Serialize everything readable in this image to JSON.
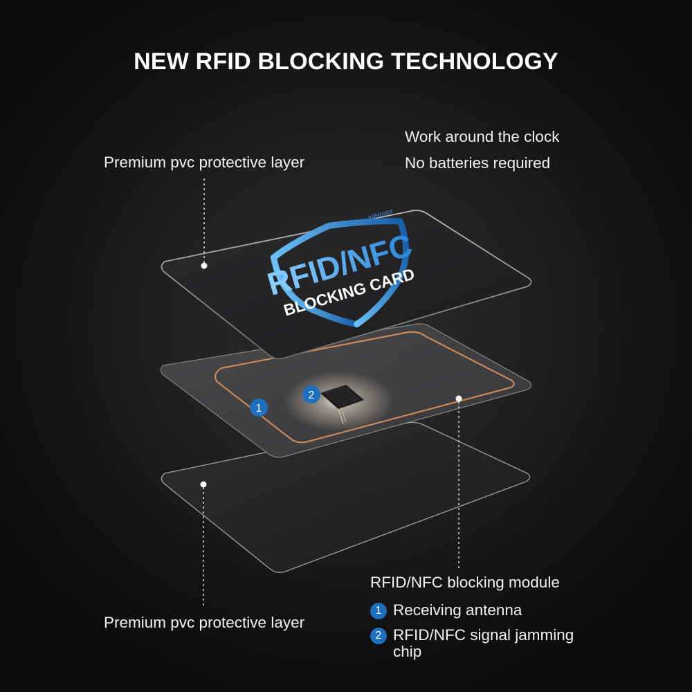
{
  "title": "NEW RFID BLOCKING TECHNOLOGY",
  "labels": {
    "top_layer": "Premium pvc protective layer",
    "bottom_layer": "Premium pvc protective layer",
    "feature_1": "Work around the clock",
    "feature_2": "No batteries required",
    "module": "RFID/NFC blocking module"
  },
  "card": {
    "brand": "iniHonor",
    "line1": "RFID/NFC",
    "line2": "BLOCKING CARD"
  },
  "markers": {
    "antenna_num": "1",
    "chip_num": "2"
  },
  "legend": [
    {
      "num": "1",
      "text": "Receiving antenna"
    },
    {
      "num": "2",
      "text": "RFID/NFC signal jamming chip"
    }
  ],
  "colors": {
    "accent_blue": "#1f6fbf",
    "antenna_copper": "#c98a5a"
  },
  "icons": [
    "shield-icon"
  ]
}
